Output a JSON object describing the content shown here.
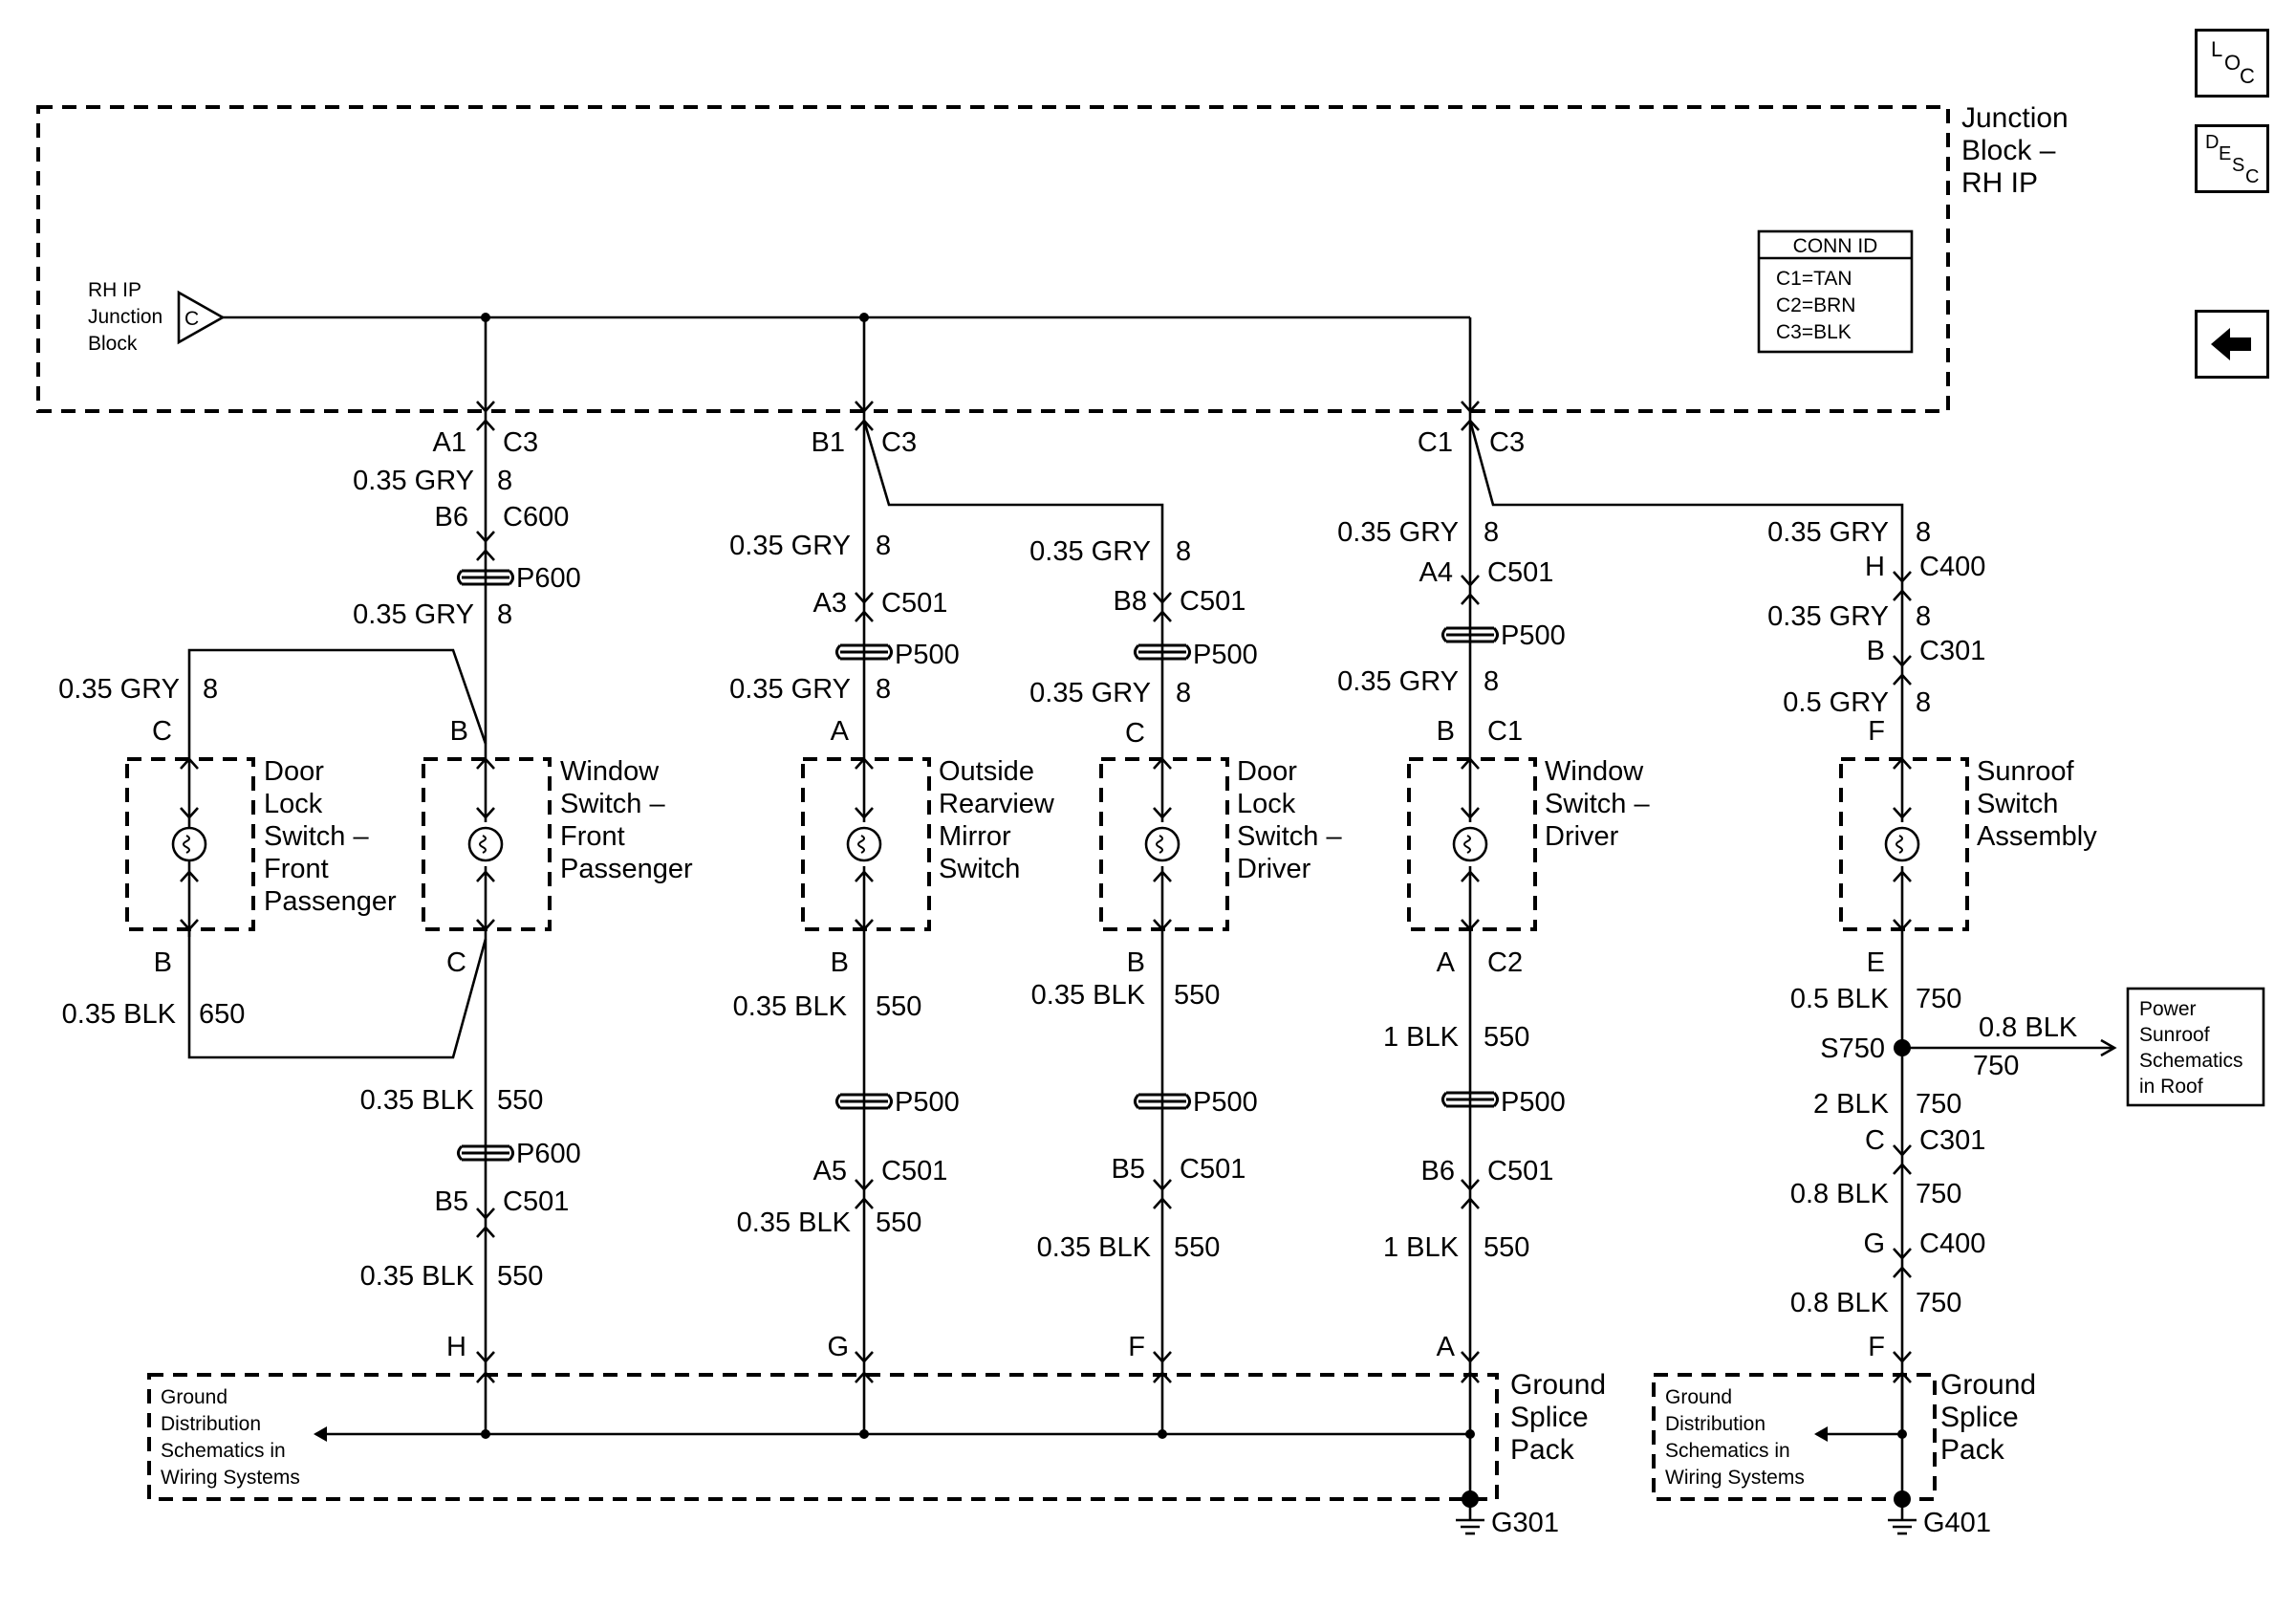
{
  "nav": {
    "loc": [
      "L",
      "O",
      "C"
    ],
    "desc": [
      "D",
      "E",
      "S",
      "C"
    ],
    "back_icon": "left-arrow-icon"
  },
  "junction": {
    "title": [
      "Junction",
      "Block –",
      "RH IP"
    ],
    "input": [
      "RH IP",
      "Junction",
      "Block"
    ],
    "conn_letter": "C"
  },
  "conn_id": {
    "title": "CONN ID",
    "rows": [
      "C1=TAN",
      "C2=BRN",
      "C3=BLK"
    ]
  },
  "circuits": {
    "c1": {
      "pin_top": "A1",
      "conn_top": "C3",
      "wire1": "0.35 GRY",
      "circ1": "8",
      "pin_b6": "B6",
      "conn_c600": "C600",
      "splice1": "P600",
      "wire2": "0.35 GRY",
      "circ2": "8",
      "branch_wire": "0.35 GRY",
      "branch_circ": "8",
      "pin_dl_in": "C",
      "pin_ws_in": "B",
      "pin_dl_out": "B",
      "pin_ws_out": "C",
      "wire3": "0.35 BLK",
      "circ3": "650",
      "wire4": "0.35 BLK",
      "circ4": "550",
      "splice2": "P600",
      "pin_b5": "B5",
      "conn_c501": "C501",
      "wire5": "0.35 BLK",
      "circ5": "550",
      "gnd_pin": "H"
    },
    "c2": {
      "pin_top": "B1",
      "conn_top": "C3",
      "wire1": "0.35 GRY",
      "circ1": "8",
      "pin_a3": "A3",
      "conn1": "C501",
      "splice1": "P500",
      "wire2": "0.35 GRY",
      "circ2": "8",
      "pin_in": "A",
      "pin_out": "B",
      "wire3": "0.35 BLK",
      "circ3": "550",
      "splice2": "P500",
      "pin_a5": "A5",
      "conn2": "C501",
      "wire4": "0.35 BLK",
      "circ4": "550",
      "gnd_pin": "G"
    },
    "c3": {
      "wire1": "0.35 GRY",
      "circ1": "8",
      "pin_b8": "B8",
      "conn1": "C501",
      "splice1": "P500",
      "wire2": "0.35 GRY",
      "circ2": "8",
      "pin_in": "C",
      "pin_out": "B",
      "wire3": "0.35 BLK",
      "circ3": "550",
      "splice2": "P500",
      "pin_b5": "B5",
      "conn2": "C501",
      "wire4": "0.35 BLK",
      "circ4": "550",
      "gnd_pin": "F"
    },
    "c4": {
      "pin_top": "C1",
      "conn_top": "C3",
      "wire1": "0.35 GRY",
      "circ1": "8",
      "pin_a4": "A4",
      "conn1": "C501",
      "splice1": "P500",
      "wire2": "0.35 GRY",
      "circ2": "8",
      "pin_in": "B",
      "conn_in": "C1",
      "pin_out": "A",
      "conn_out": "C2",
      "wire3": "1 BLK",
      "circ3": "550",
      "splice2": "P500",
      "pin_b6": "B6",
      "conn2": "C501",
      "wire4": "1 BLK",
      "circ4": "550",
      "gnd_pin": "A"
    },
    "c5": {
      "wire1": "0.35 GRY",
      "circ1": "8",
      "pin_h": "H",
      "conn1": "C400",
      "wire2": "0.35 GRY",
      "circ2": "8",
      "pin_b": "B",
      "conn2": "C301",
      "wire3": "0.5 GRY",
      "circ3": "8",
      "pin_in": "F",
      "pin_out": "E",
      "wire4": "0.5 BLK",
      "circ4": "750",
      "splice": "S750",
      "branch_wire": "0.8 BLK",
      "branch_circ": "750",
      "wire5": "2 BLK",
      "circ5": "750",
      "pin_c": "C",
      "conn3": "C301",
      "wire6": "0.8 BLK",
      "circ6": "750",
      "pin_g": "G",
      "conn4": "C400",
      "wire7": "0.8 BLK",
      "circ7": "750",
      "gnd_pin": "F"
    }
  },
  "components": {
    "door_lock_fp": [
      "Door",
      "Lock",
      "Switch –",
      "Front",
      "Passenger"
    ],
    "window_fp": [
      "Window",
      "Switch –",
      "Front",
      "Passenger"
    ],
    "mirror": [
      "Outside",
      "Rearview",
      "Mirror",
      "Switch"
    ],
    "door_lock_drv": [
      "Door",
      "Lock",
      "Switch –",
      "Driver"
    ],
    "window_drv": [
      "Window",
      "Switch –",
      "Driver"
    ],
    "sunroof": [
      "Sunroof",
      "Switch",
      "Assembly"
    ]
  },
  "power_ref": [
    "Power",
    "Sunroof",
    "Schematics",
    "in Roof"
  ],
  "ground": {
    "ref1": [
      "Ground",
      "Distribution",
      "Schematics in",
      "Wiring Systems"
    ],
    "ref2": [
      "Ground",
      "Distribution",
      "Schematics in",
      "Wiring Systems"
    ],
    "pack1": [
      "Ground",
      "Splice",
      "Pack"
    ],
    "pack2": [
      "Ground",
      "Splice",
      "Pack"
    ],
    "g1": "G301",
    "g2": "G401"
  }
}
